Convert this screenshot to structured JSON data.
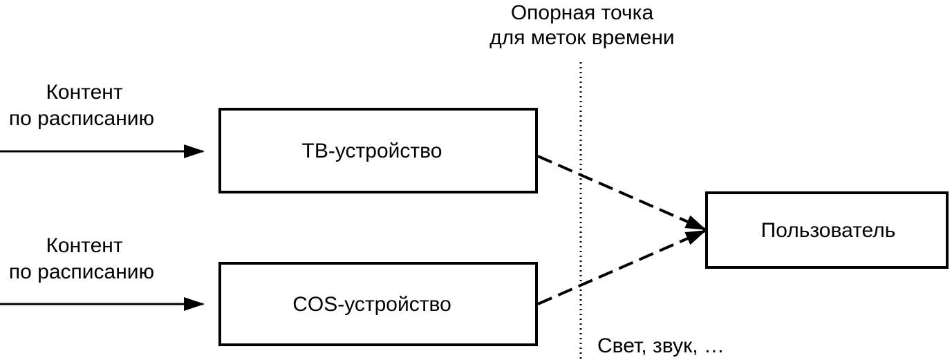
{
  "reference_point": {
    "line1": "Опорная точка",
    "line2": "для меток времени"
  },
  "inputs": [
    {
      "line1": "Контент",
      "line2": "по расписанию"
    },
    {
      "line1": "Контент",
      "line2": "по расписанию"
    }
  ],
  "devices": [
    {
      "label": "ТВ-устройство"
    },
    {
      "label": "COS-устройство"
    }
  ],
  "user": {
    "label": "Пользователь"
  },
  "output_note": "Свет, звук, …"
}
